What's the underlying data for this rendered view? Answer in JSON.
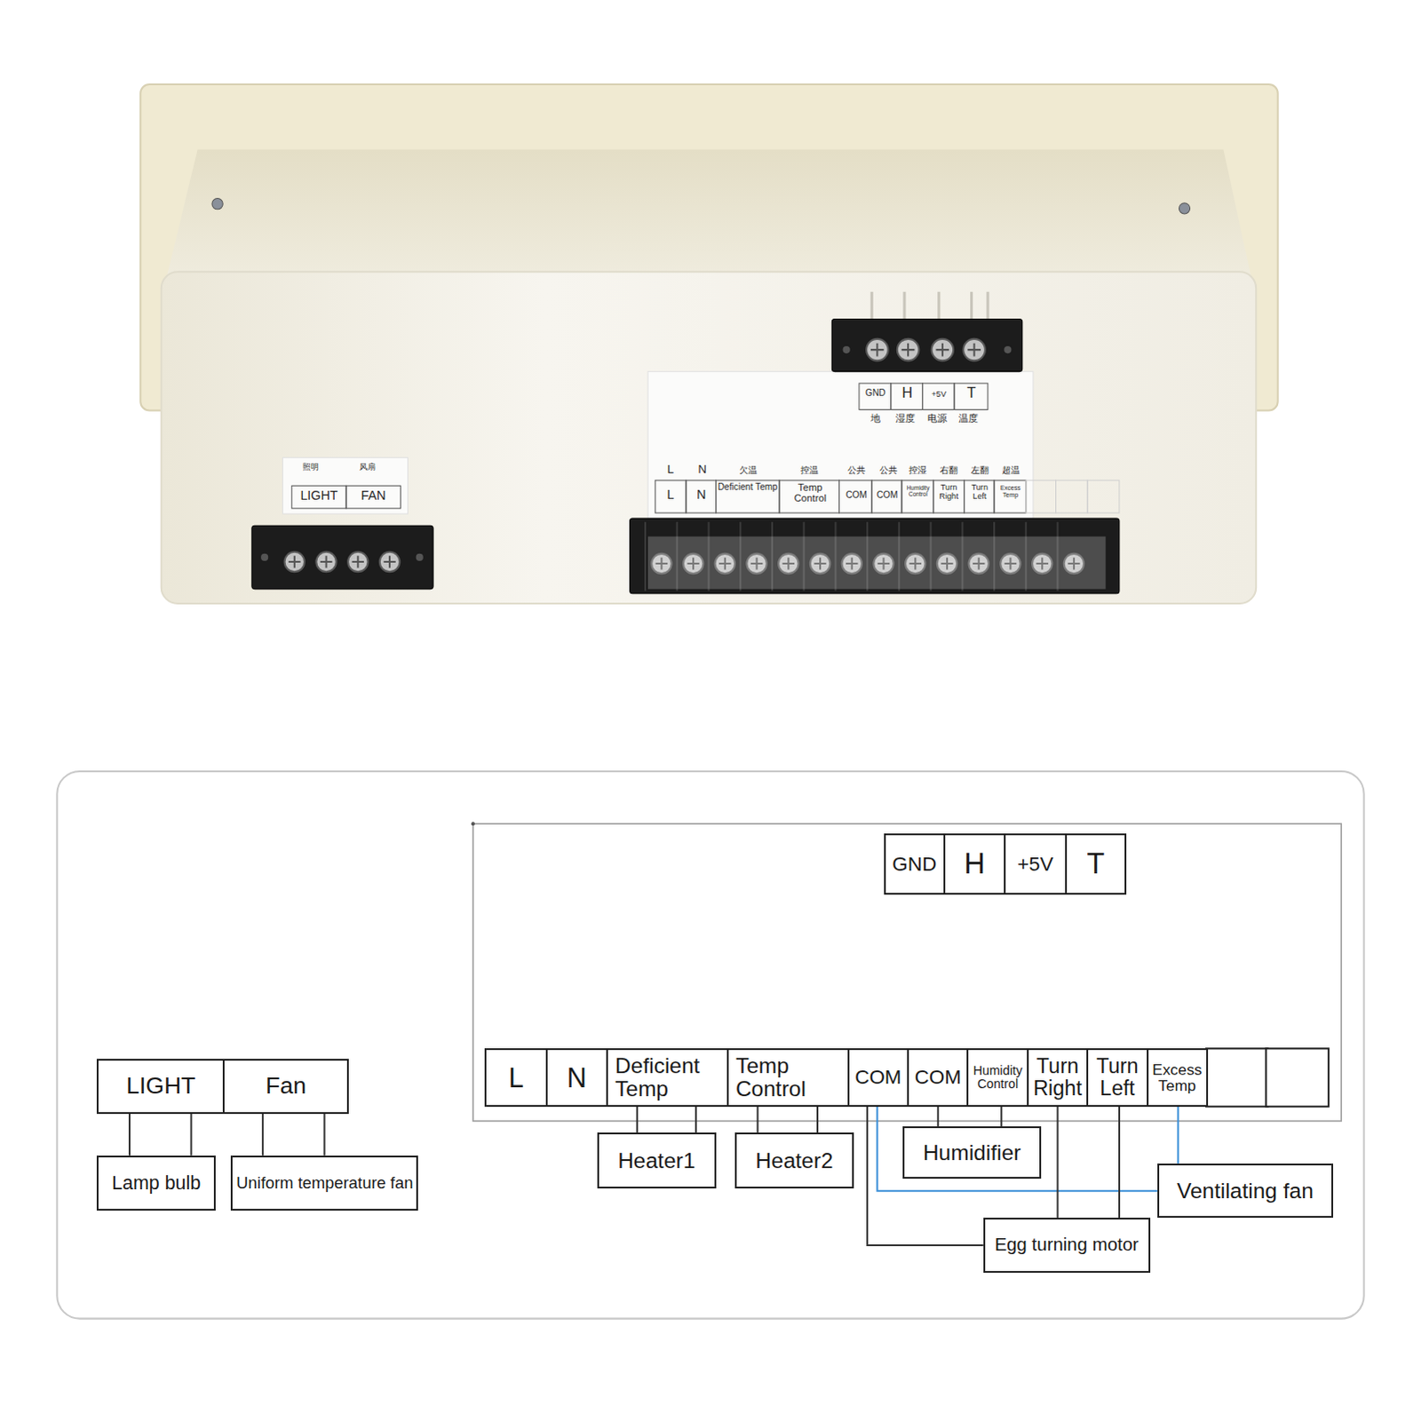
{
  "diagram": {
    "nodes": [
      {
        "text": [
          "GND"
        ]
      },
      {
        "text": [
          "H"
        ]
      },
      {
        "text": [
          "+5V"
        ]
      },
      {
        "text": [
          "T"
        ]
      },
      {
        "text": [
          "LIGHT"
        ]
      },
      {
        "text": [
          "Fan"
        ]
      },
      {
        "text": [
          "L"
        ]
      },
      {
        "text": [
          "N"
        ]
      },
      {
        "text": [
          "Deficient Temp"
        ]
      },
      {
        "text": [
          "Temp Control"
        ]
      },
      {
        "text": [
          "COM"
        ]
      },
      {
        "text": [
          "COM"
        ]
      },
      {
        "text": [
          "Humidity Control"
        ]
      },
      {
        "text": [
          "Turn Right"
        ]
      },
      {
        "text": [
          "Turn Left"
        ]
      },
      {
        "text": [
          "Excess Temp"
        ]
      },
      {
        "text": [
          "Lamp bulb"
        ]
      },
      {
        "text": [
          "Uniform temperature fan"
        ]
      },
      {
        "text": [
          "Heater1"
        ]
      },
      {
        "text": [
          "Heater2"
        ]
      },
      {
        "text": [
          "Humidifier"
        ]
      },
      {
        "text": [
          "Ventilating fan"
        ]
      },
      {
        "text": [
          "Egg turning motor"
        ]
      }
    ],
    "edges": [
      {
        "from": 4,
        "to": 16,
        "arrow": "none"
      },
      {
        "from": 4,
        "to": 16,
        "arrow": "none"
      },
      {
        "from": 5,
        "to": 17,
        "arrow": "none"
      },
      {
        "from": 5,
        "to": 17,
        "arrow": "none"
      },
      {
        "from": 8,
        "to": 18,
        "arrow": "none"
      },
      {
        "from": 8,
        "to": 18,
        "arrow": "none"
      },
      {
        "from": 9,
        "to": 19,
        "arrow": "none"
      },
      {
        "from": 9,
        "to": 19,
        "arrow": "none"
      },
      {
        "from": 11,
        "to": 20,
        "arrow": "none"
      },
      {
        "from": 12,
        "to": 20,
        "arrow": "none"
      },
      {
        "from": 10,
        "to": 21,
        "arrow": "none"
      },
      {
        "from": 15,
        "to": 21,
        "arrow": "none"
      },
      {
        "from": 10,
        "to": 22,
        "arrow": "none"
      },
      {
        "from": 13,
        "to": 22,
        "arrow": "none"
      },
      {
        "from": 14,
        "to": 22,
        "arrow": "none"
      }
    ],
    "labels": [
      "照明",
      "风扇",
      "LIGHT",
      "FAN",
      "GND",
      "H",
      "+5V",
      "T",
      "地",
      "湿度",
      "电源",
      "温度",
      "L",
      "N",
      "欠温",
      "控温",
      "公共",
      "公共",
      "控湿",
      "右翻",
      "左翻",
      "超温",
      "L",
      "N",
      "Deficient Temp",
      "Temp Control",
      "COM",
      "COM",
      "Humidity Control",
      "Turn Right",
      "Turn Left",
      "Excess Temp"
    ]
  }
}
